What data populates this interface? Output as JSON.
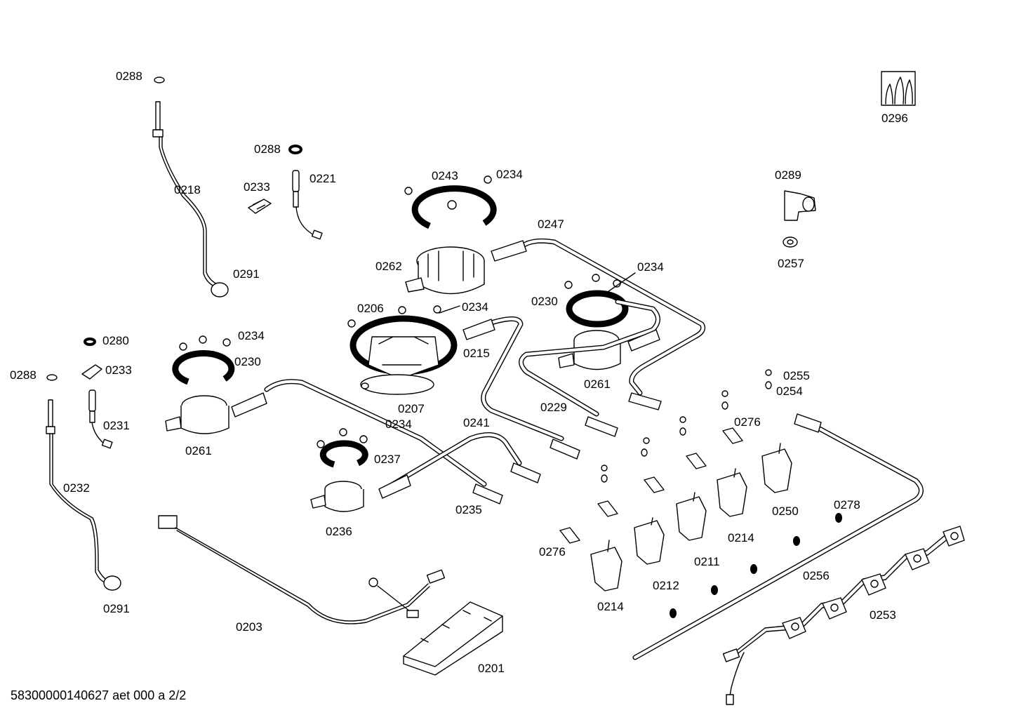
{
  "document_code": "58300000140627 aet 000 a 2/2",
  "labels": {
    "l_0288_a": "0288",
    "l_0218": "0218",
    "l_0291_a": "0291",
    "l_0288_b": "0288",
    "l_0233_a": "0233",
    "l_0221": "0221",
    "l_0243": "0243",
    "l_0234_a": "0234",
    "l_0262": "0262",
    "l_0247": "0247",
    "l_0289": "0289",
    "l_0257": "0257",
    "l_0296": "0296",
    "l_0234_b": "0234",
    "l_0230_a": "0230",
    "l_0206": "0206",
    "l_0234_c": "0234",
    "l_0215": "0215",
    "l_0207": "0207",
    "l_0261_a": "0261",
    "l_0280": "0280",
    "l_0233_b": "0233",
    "l_0234_d": "0234",
    "l_0230_b": "0230",
    "l_0288_c": "0288",
    "l_0231": "0231",
    "l_0261_b": "0261",
    "l_0255": "0255",
    "l_0254": "0254",
    "l_0229": "0229",
    "l_0234_e": "0234",
    "l_0241": "0241",
    "l_0276_a": "0276",
    "l_0237": "0237",
    "l_0232": "0232",
    "l_0235": "0235",
    "l_0250": "0250",
    "l_0278": "0278",
    "l_0236": "0236",
    "l_0214_a": "0214",
    "l_0276_b": "0276",
    "l_0211": "0211",
    "l_0256": "0256",
    "l_0212": "0212",
    "l_0214_b": "0214",
    "l_0291_b": "0291",
    "l_0253": "0253",
    "l_0203": "0203",
    "l_0201": "0201"
  }
}
